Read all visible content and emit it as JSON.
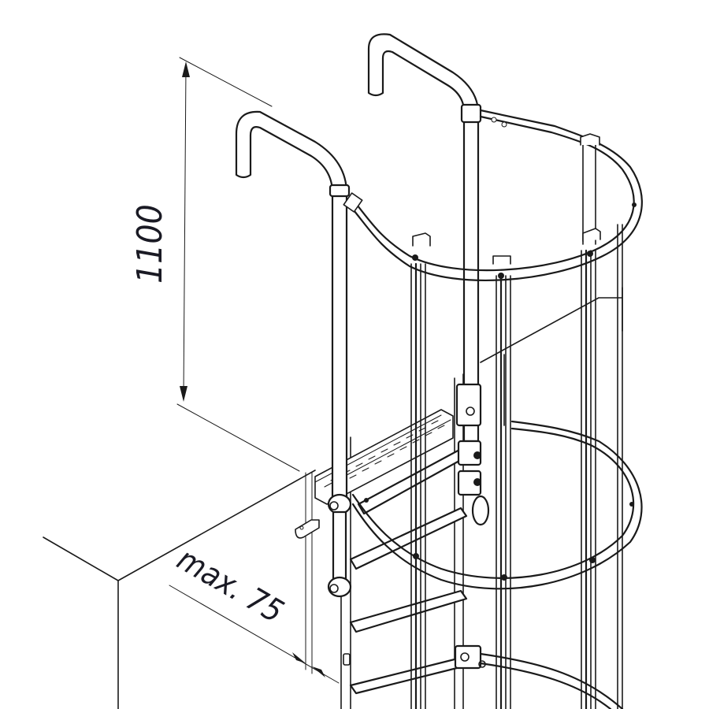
{
  "drawing": {
    "type": "isometric technical line drawing",
    "subject": "fixed ladder with safety cage and exit handrails mounted to platform edge",
    "colors": {
      "background": "#ffffff",
      "line": "#1a1a1a",
      "text": "#1a1a24"
    }
  },
  "dimensions": {
    "height_label": "1100",
    "offset_label": "max. 75"
  }
}
